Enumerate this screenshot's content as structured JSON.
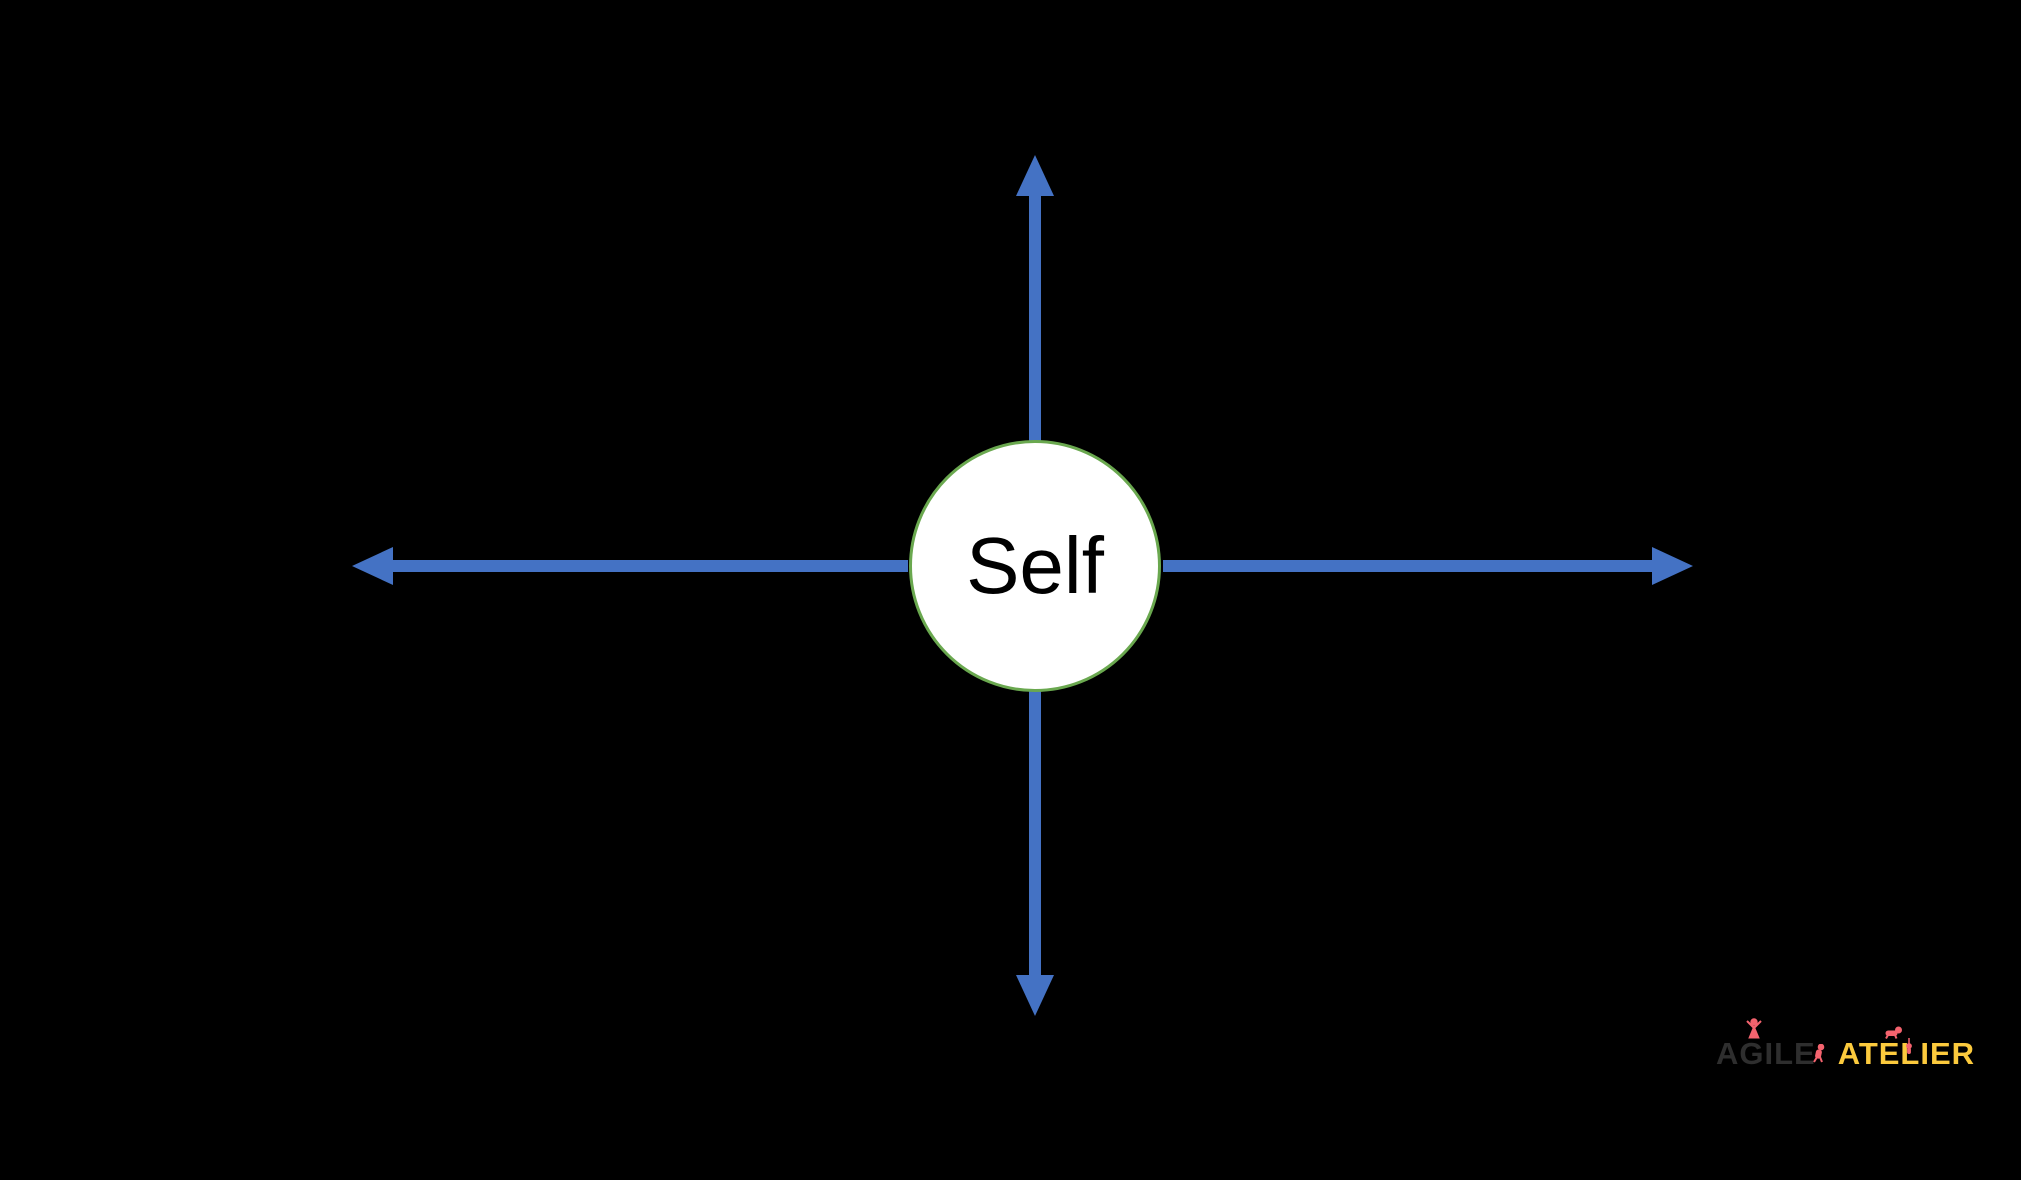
{
  "diagram": {
    "center_label": "Self",
    "type": "hub-with-four-arrows",
    "arrow_directions": [
      "up",
      "down",
      "left",
      "right"
    ]
  },
  "logo": {
    "word1": "AGILE",
    "word2": "ATELIER",
    "figure_icons": [
      "standing-figure",
      "climbing-figure",
      "crawling-figure",
      "hanging-figure"
    ]
  },
  "colors": {
    "background": "#000000",
    "arrow_blue": "#4472c4",
    "circle_border_green": "#6aa84f",
    "circle_fill": "#ffffff",
    "center_text": "#000000",
    "logo_agile": "#2e2e2e",
    "logo_atelier": "#fcca3d",
    "logo_figures": "#f4636e"
  }
}
